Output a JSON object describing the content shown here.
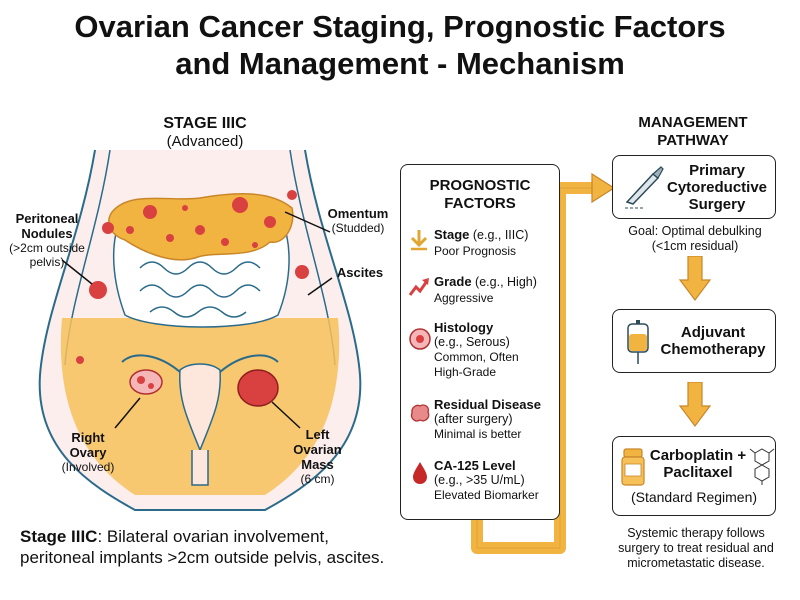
{
  "title": {
    "line1": "Ovarian Cancer Staging, Prognostic Factors",
    "line2": "and Management - Mechanism"
  },
  "stage": {
    "heading": "STAGE IIIC",
    "subheading": "(Advanced)"
  },
  "anatomy_labels": {
    "peritoneal": {
      "title1": "Peritoneal",
      "title2": "Nodules",
      "note1": "(>2cm outside",
      "note2": "pelvis)"
    },
    "omentum": {
      "title": "Omentum",
      "note": "(Studded)"
    },
    "ascites": {
      "title": "Ascites"
    },
    "right_ovary": {
      "title1": "Right",
      "title2": "Ovary",
      "note": "(Involved)"
    },
    "left_mass": {
      "title1": "Left",
      "title2": "Ovarian",
      "title3": "Mass",
      "note": "(6 cm)"
    }
  },
  "stage_caption": {
    "bold": "Stage IIIC",
    "line1_rest": ": Bilateral ovarian involvement,",
    "line2": "peritoneal implants >2cm outside pelvis, ascites."
  },
  "prognostic": {
    "heading1": "PROGNOSTIC",
    "heading2": "FACTORS",
    "factors": [
      {
        "title": "Stage",
        "note": " (e.g., IIIC)",
        "desc1": "Poor Prognosis",
        "icon": "down-arrow-icon"
      },
      {
        "title": "Grade",
        "note": " (e.g., High)",
        "desc1": "Aggressive",
        "icon": "rising-arrow-icon"
      },
      {
        "title": "Histology",
        "note": "(e.g., Serous)",
        "desc1": "Common, Often",
        "desc2": "High-Grade",
        "icon": "cell-icon"
      },
      {
        "title": "Residual Disease",
        "note": "(after surgery)",
        "desc1": "Minimal is better",
        "icon": "tumor-icon"
      },
      {
        "title": "CA-125 Level",
        "note": "(e.g., >35 U/mL)",
        "desc1": "Elevated Biomarker",
        "icon": "blood-drop-icon"
      }
    ]
  },
  "management": {
    "heading1": "MANAGEMENT",
    "heading2": "PATHWAY",
    "steps": [
      {
        "line1": "Primary",
        "line2": "Cytoreductive",
        "line3": "Surgery",
        "icon": "scalpel-icon"
      },
      {
        "line1": "Adjuvant",
        "line2": "Chemotherapy",
        "icon": "iv-bag-icon"
      },
      {
        "line1": "Carboplatin +",
        "line2": "Paclitaxel",
        "sub": "(Standard Regimen)",
        "icon": "pill-bottle-icon"
      }
    ],
    "goal1": "Goal: Optimal debulking",
    "goal2": "(<1cm residual)",
    "final1": "Systemic therapy follows",
    "final2": "surgery to treat residual and",
    "final3": "micrometastatic disease."
  },
  "colors": {
    "accent": "#f2b441",
    "fluid": "#f7c15a",
    "tumor": "#d94040",
    "outline": "#2b6b8a"
  }
}
